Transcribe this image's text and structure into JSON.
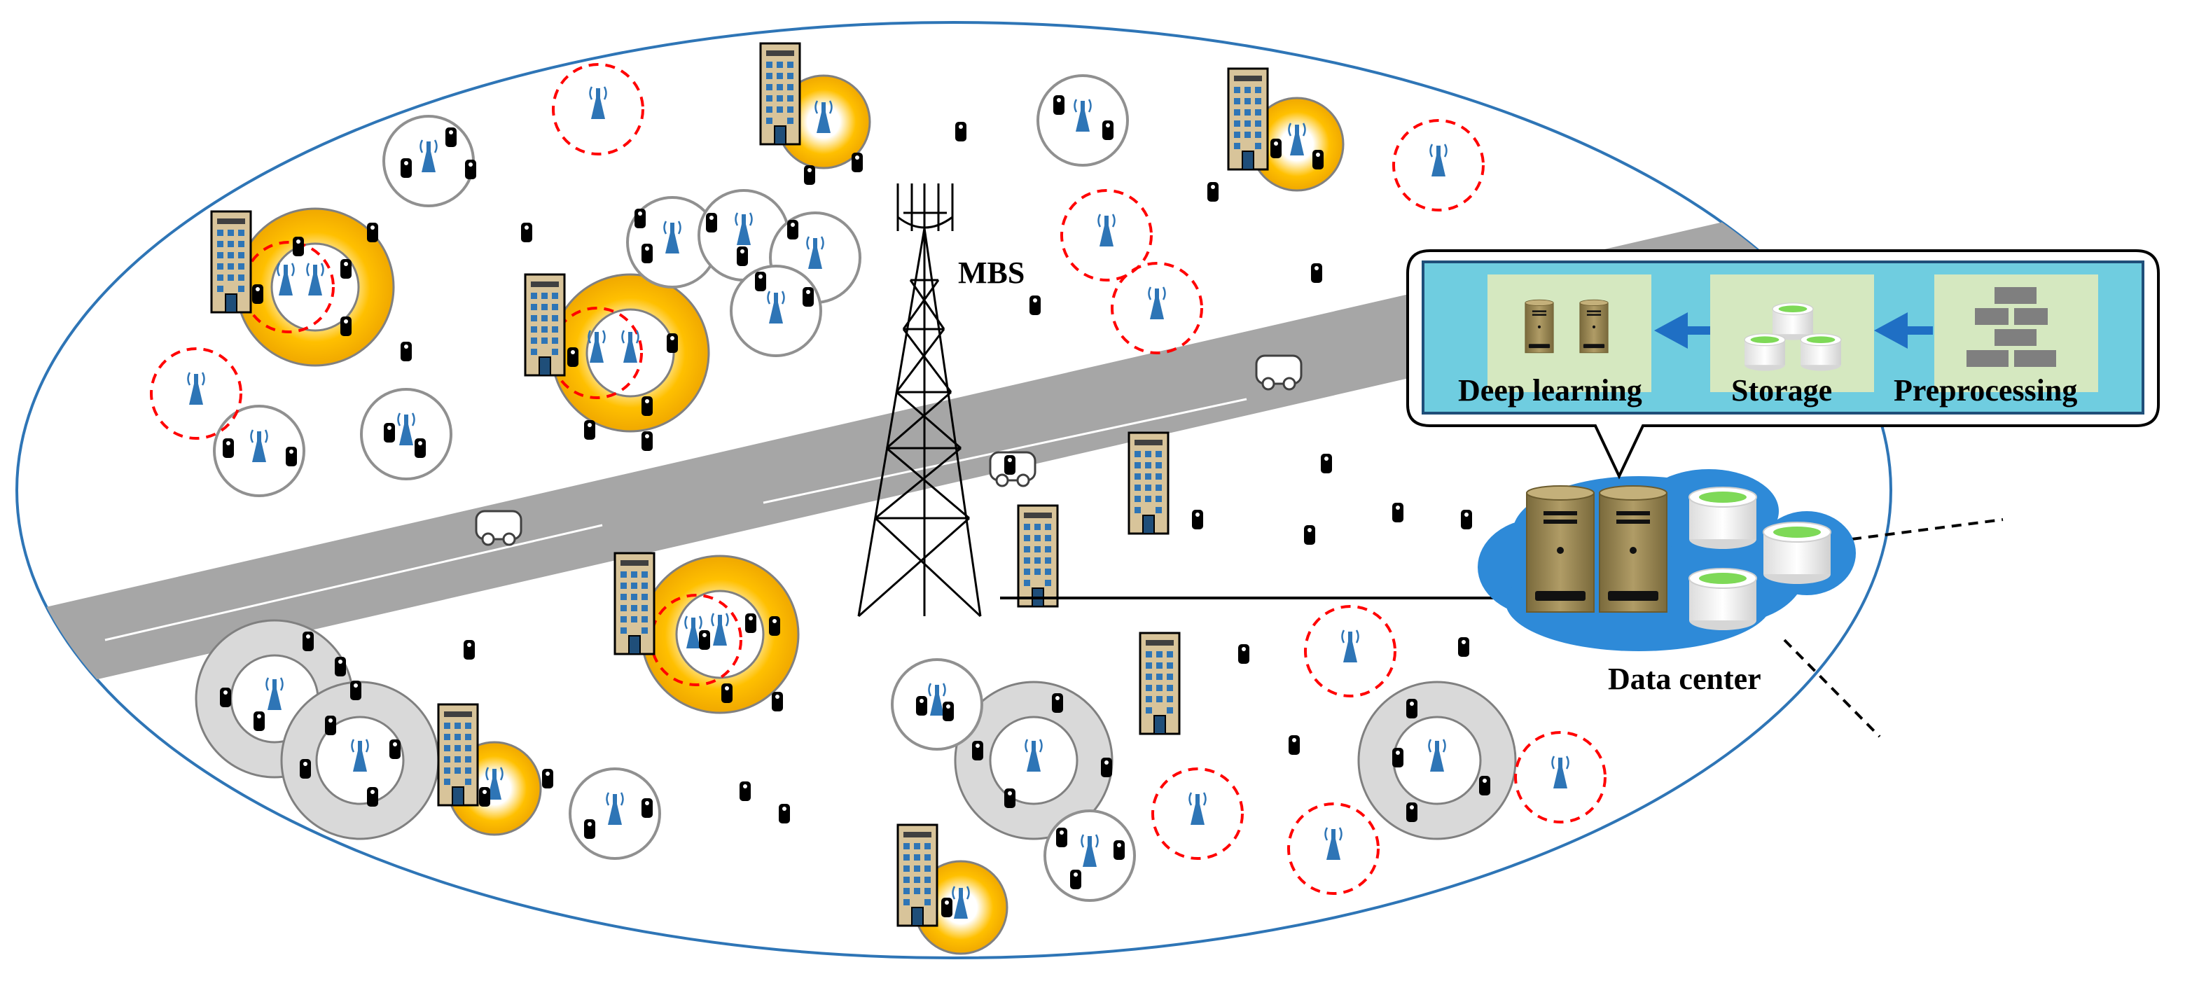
{
  "labels": {
    "mbs": "MBS",
    "data_center": "Data center",
    "pipeline": {
      "deep_learning": "Deep learning",
      "storage": "Storage",
      "preprocessing": "Preprocessing"
    }
  },
  "colors": {
    "ellipse_border": "#2e75b6",
    "road": "#a6a6a6",
    "road_marking": "#ffffff",
    "femto_ring": "#ffc000",
    "pico_ring": "#d9d9d9",
    "small_cell_dashed": "#ff0000",
    "antenna_blue": "#2e75b6",
    "cloud_blue": "#2e8ad8",
    "pipeline_panel": "#6fcde0",
    "pipeline_tile": "#d5e8c0",
    "arrow_blue": "#1f6fc4",
    "server_tan": "#9e8a56",
    "database_green": "#7ed957",
    "building_tan": "#d8c49a",
    "building_window": "#2e75b6"
  },
  "icons": {
    "cell_antenna": "antenna-icon",
    "user_device": "phone-icon",
    "vehicle": "car-icon",
    "building": "building-icon",
    "server": "server-icon",
    "database": "database-icon",
    "tower": "tower-icon",
    "preprocessing": "blocks-icon"
  }
}
